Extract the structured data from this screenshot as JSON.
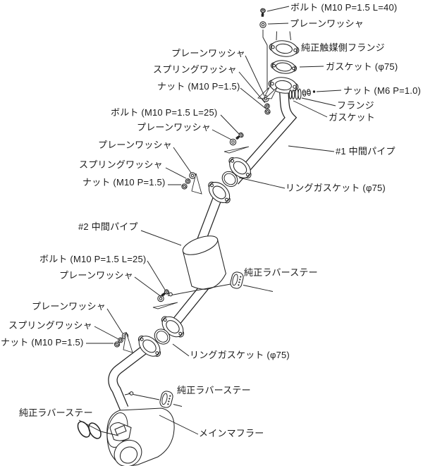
{
  "figure": {
    "background": "#ffffff",
    "line_color": "#222222",
    "text_color": "#1b1b1b"
  },
  "labels": [
    {
      "part": "bolt-m10-l40",
      "text": "ボルト (M10 P=1.5 L=40)"
    },
    {
      "part": "plain-washer",
      "text": "プレーンワッシャ"
    },
    {
      "part": "oem-catalyst-flange",
      "text": "純正触媒側フランジ"
    },
    {
      "part": "gasket-phi75",
      "text": "ガスケット (φ75)"
    },
    {
      "part": "nut-m6",
      "text": "ナット (M6 P=1.0)"
    },
    {
      "part": "flange",
      "text": "フランジ"
    },
    {
      "part": "gasket",
      "text": "ガスケット"
    },
    {
      "part": "plain-washer",
      "text": "プレーンワッシャ"
    },
    {
      "part": "spring-washer",
      "text": "スプリングワッシャ"
    },
    {
      "part": "nut-m10",
      "text": "ナット (M10 P=1.5)"
    },
    {
      "part": "bolt-m10-l25",
      "text": "ボルト (M10 P=1.5 L=25)"
    },
    {
      "part": "plain-washer",
      "text": "プレーンワッシャ"
    },
    {
      "part": "plain-washer",
      "text": "プレーンワッシャ"
    },
    {
      "part": "spring-washer",
      "text": "スプリングワッシャ"
    },
    {
      "part": "nut-m10",
      "text": "ナット (M10 P=1.5)"
    },
    {
      "part": "no2-center-pipe",
      "text": "#2 中間パイプ"
    },
    {
      "part": "no1-center-pipe",
      "text": "#1 中間パイプ"
    },
    {
      "part": "ring-gasket-phi75",
      "text": "リングガスケット (φ75)"
    },
    {
      "part": "bolt-m10-l25",
      "text": "ボルト (M10 P=1.5 L=25)"
    },
    {
      "part": "plain-washer",
      "text": "プレーンワッシャ"
    },
    {
      "part": "oem-rubber-stay",
      "text": "純正ラバーステー"
    },
    {
      "part": "plain-washer",
      "text": "プレーンワッシャ"
    },
    {
      "part": "spring-washer",
      "text": "スプリングワッシャ"
    },
    {
      "part": "nut-m10",
      "text": "ナット (M10 P=1.5)"
    },
    {
      "part": "ring-gasket-phi75",
      "text": "リングガスケット (φ75)"
    },
    {
      "part": "oem-rubber-stay",
      "text": "純正ラバーステー"
    },
    {
      "part": "oem-rubber-stay",
      "text": "純正ラバーステー"
    },
    {
      "part": "main-muffler",
      "text": "メインマフラー"
    }
  ]
}
